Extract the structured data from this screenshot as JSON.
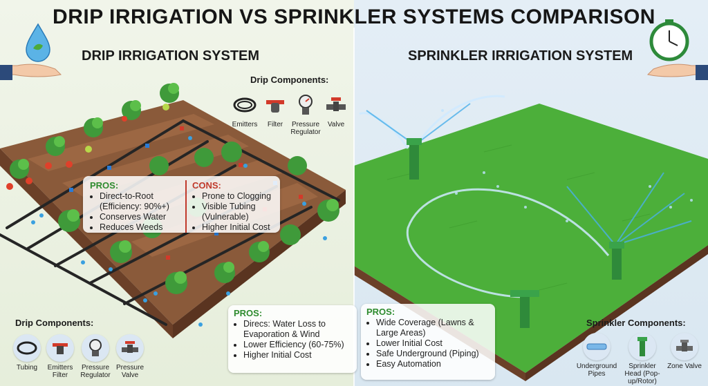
{
  "title": "DRIP IRRIGATION VS SPRINKLER SYSTEMS COMPARISON",
  "drip": {
    "section_title": "DRIP IRRIGATION SYSTEM",
    "top_components": {
      "title": "Drip Components:",
      "items": [
        {
          "label": "Emitters",
          "icon": "tubing-coil-icon"
        },
        {
          "label": "Filter",
          "icon": "filter-icon"
        },
        {
          "label": "Pressure Regulator",
          "icon": "pressure-gauge-icon"
        },
        {
          "label": "Valve",
          "icon": "valve-icon"
        }
      ]
    },
    "pros_cons": {
      "pros_title": "PROS:",
      "pros": [
        "Direct-to-Root (Efficiency: 90%+)",
        "Conserves Water",
        "Reduces Weeds"
      ],
      "cons_title": "CONS:",
      "cons": [
        "Prone to Clogging",
        "Visible Tubing (Vulnerable)",
        "Higher Initial Cost"
      ]
    },
    "bottom_components": {
      "title": "Drip Components:",
      "items": [
        {
          "label": "Tubing",
          "icon": "tubing-coil-icon"
        },
        {
          "label": "Emitters Filter",
          "icon": "emitter-icon"
        },
        {
          "label": "Pressure Regulator",
          "icon": "pressure-regulator-icon"
        },
        {
          "label": "Pressure Valve",
          "icon": "valve-icon"
        }
      ]
    }
  },
  "sprinkler": {
    "section_title": "SPRINKLER IRRIGATION SYSTEM",
    "cons_card": {
      "title": "PROS:",
      "items": [
        "Direcs: Water Loss to Evaporation & Wind",
        "Lower Efficiency (60-75%)",
        "Higher Initial Cost"
      ]
    },
    "pros_card": {
      "title": "PROS:",
      "items": [
        "Wide Coverage (Lawns & Large Areas)",
        "Lower Initial Cost",
        "Safe Underground (Piping)",
        "Easy Automation"
      ]
    },
    "components": {
      "title": "Sprinkler Components:",
      "items": [
        {
          "label": "Underground Pipes",
          "icon": "pipe-icon"
        },
        {
          "label": "Sprinkler Head (Pop-up/Rotor)",
          "icon": "sprinkler-head-icon"
        },
        {
          "label": "Zone Valve",
          "icon": "zone-valve-icon"
        }
      ]
    }
  },
  "colors": {
    "pros_green": "#2e8b2e",
    "cons_red": "#c0392b",
    "grass": "#4caf3a",
    "soil": "#8a5a3a",
    "pipe": "#2b2b2b",
    "water": "#3aa0e0"
  }
}
